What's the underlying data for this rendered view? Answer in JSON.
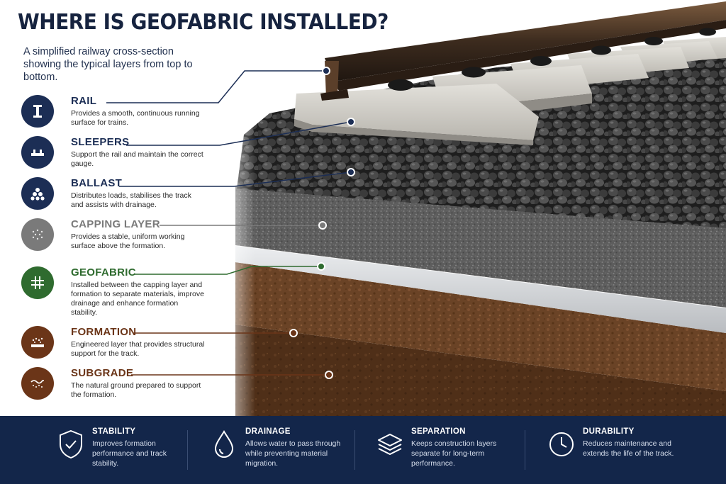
{
  "title": "WHERE IS GEOFABRIC INSTALLED?",
  "subtitle": "A simplified railway cross-section showing the typical layers from top to bottom.",
  "layers": [
    {
      "name": "RAIL",
      "desc": "Provides a smooth, continuous running surface for trains.",
      "color": "#1c2e55",
      "icon": "rail-icon"
    },
    {
      "name": "SLEEPERS",
      "desc": "Support the rail and maintain the correct gauge.",
      "color": "#1c2e55",
      "icon": "sleeper-icon"
    },
    {
      "name": "BALLAST",
      "desc": "Distributes loads, stabilises the track and assists with drainage.",
      "color": "#1c2e55",
      "icon": "ballast-icon"
    },
    {
      "name": "CAPPING LAYER",
      "desc": "Provides a stable, uniform working surface above the formation.",
      "color": "#7a7a7a",
      "icon": "capping-icon"
    },
    {
      "name": "GEOFABRIC",
      "desc": "Installed between the capping layer and formation to separate materials, improve drainage and enhance formation stability.",
      "color": "#2f6b2f",
      "icon": "grid-icon"
    },
    {
      "name": "FORMATION",
      "desc": "Engineered layer that provides structural support for the track.",
      "color": "#6b3518",
      "icon": "formation-icon"
    },
    {
      "name": "SUBGRADE",
      "desc": "The natural ground prepared to support the formation.",
      "color": "#6b3518",
      "icon": "subgrade-icon"
    }
  ],
  "features": [
    {
      "name": "STABILITY",
      "desc": "Improves formation performance and track stability.",
      "icon": "shield-check-icon"
    },
    {
      "name": "DRAINAGE",
      "desc": "Allows water to pass through while preventing material migration.",
      "icon": "water-drop-icon"
    },
    {
      "name": "SEPARATION",
      "desc": "Keeps construction layers separate for long-term performance.",
      "icon": "layers-icon"
    },
    {
      "name": "DURABILITY",
      "desc": "Reduces maintenance and extends the life of the track.",
      "icon": "clock-icon"
    }
  ]
}
